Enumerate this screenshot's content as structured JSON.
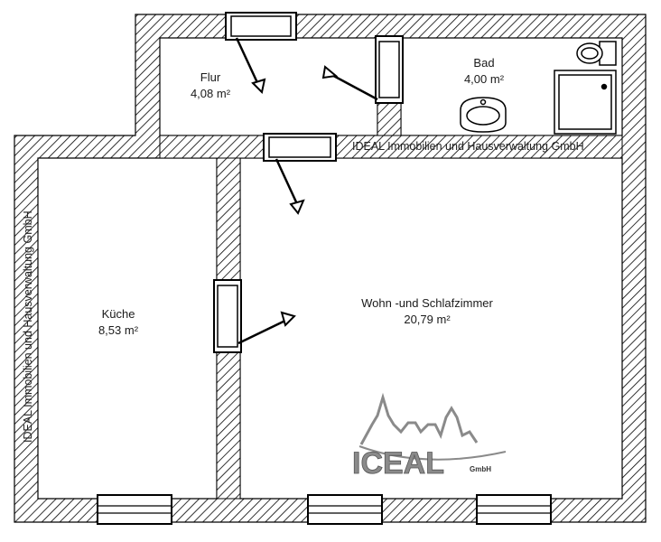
{
  "plan": {
    "rooms": [
      {
        "id": "flur",
        "name": "Flur",
        "area": "4,08 m²"
      },
      {
        "id": "bad",
        "name": "Bad",
        "area": "4,00 m²"
      },
      {
        "id": "kueche",
        "name": "Küche",
        "area": "8,53 m²"
      },
      {
        "id": "wohn",
        "name": "Wohn -und Schlafzimmer",
        "area": "20,79 m²"
      }
    ],
    "watermark_text": "IDEAL Immobilien und Hausverwaltung GmbH",
    "logo": {
      "text": "ICEAL",
      "suffix": "GmbH"
    },
    "colors": {
      "wall_hatch": "#000000",
      "background": "#ffffff",
      "logo_gray": "#8a8a8a"
    }
  }
}
